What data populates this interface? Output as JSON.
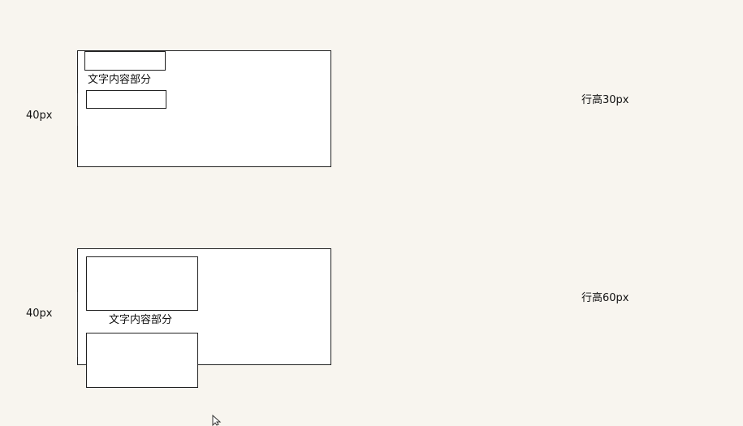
{
  "diagram1": {
    "height_label": "40px",
    "content_text": "文字内容部分",
    "line_height_label": "行高30px"
  },
  "diagram2": {
    "height_label": "40px",
    "content_text": "文字内容部分",
    "line_height_label": "行高60px"
  },
  "icons": {
    "cursor": "mouse-pointer-icon"
  }
}
